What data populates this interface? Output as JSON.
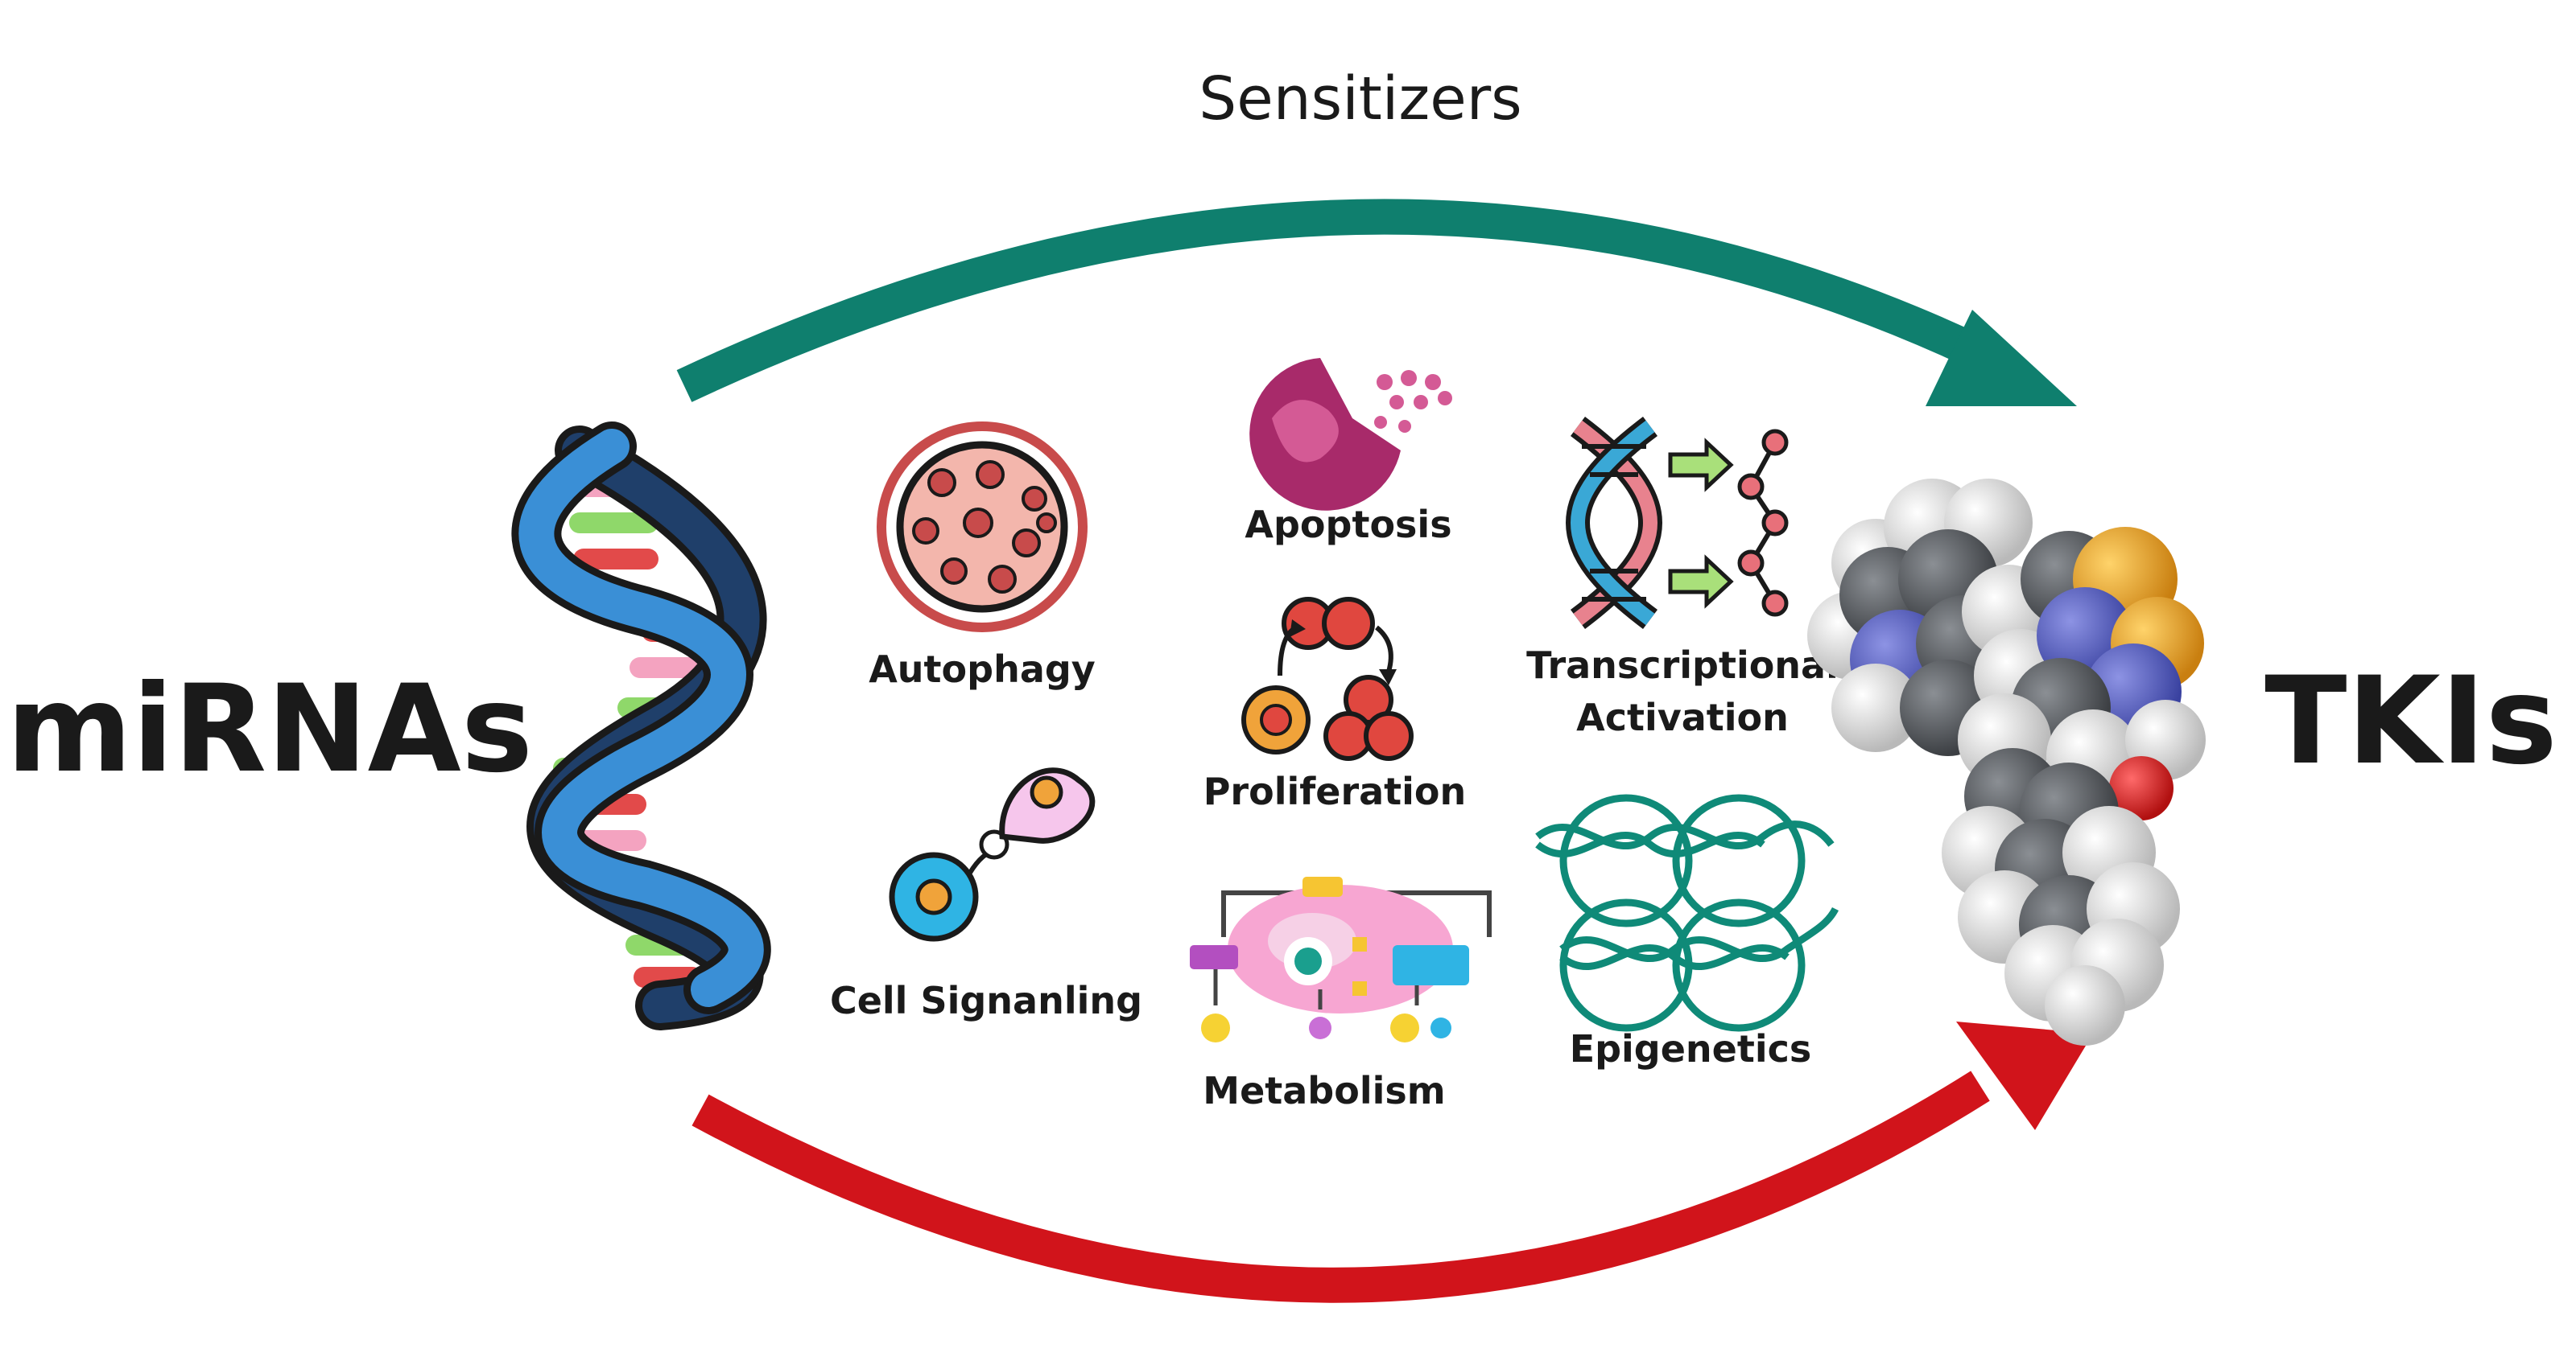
{
  "top_arrow_label": "Sensitizers",
  "left_label": "miRNAs",
  "right_label": "TKIs",
  "processes": {
    "autophagy": "Autophagy",
    "apoptosis": "Apoptosis",
    "proliferation": "Proliferation",
    "cell_signaling": "Cell Signanling",
    "metabolism": "Metabolism",
    "transcriptional_line1": "Transcriptional",
    "transcriptional_line2": "Activation",
    "epigenetics": "Epigenetics"
  },
  "colors": {
    "sensitizer_arrow": "#0f7f6e",
    "bottom_arrow": "#d1141b",
    "dna_blue": "#3a8fd6",
    "dna_dark": "#1f3f6a",
    "atom_gray": "#5f6368",
    "atom_white": "#e6e6e6",
    "atom_blue": "#5a63c4",
    "atom_orange": "#e8a12a"
  }
}
